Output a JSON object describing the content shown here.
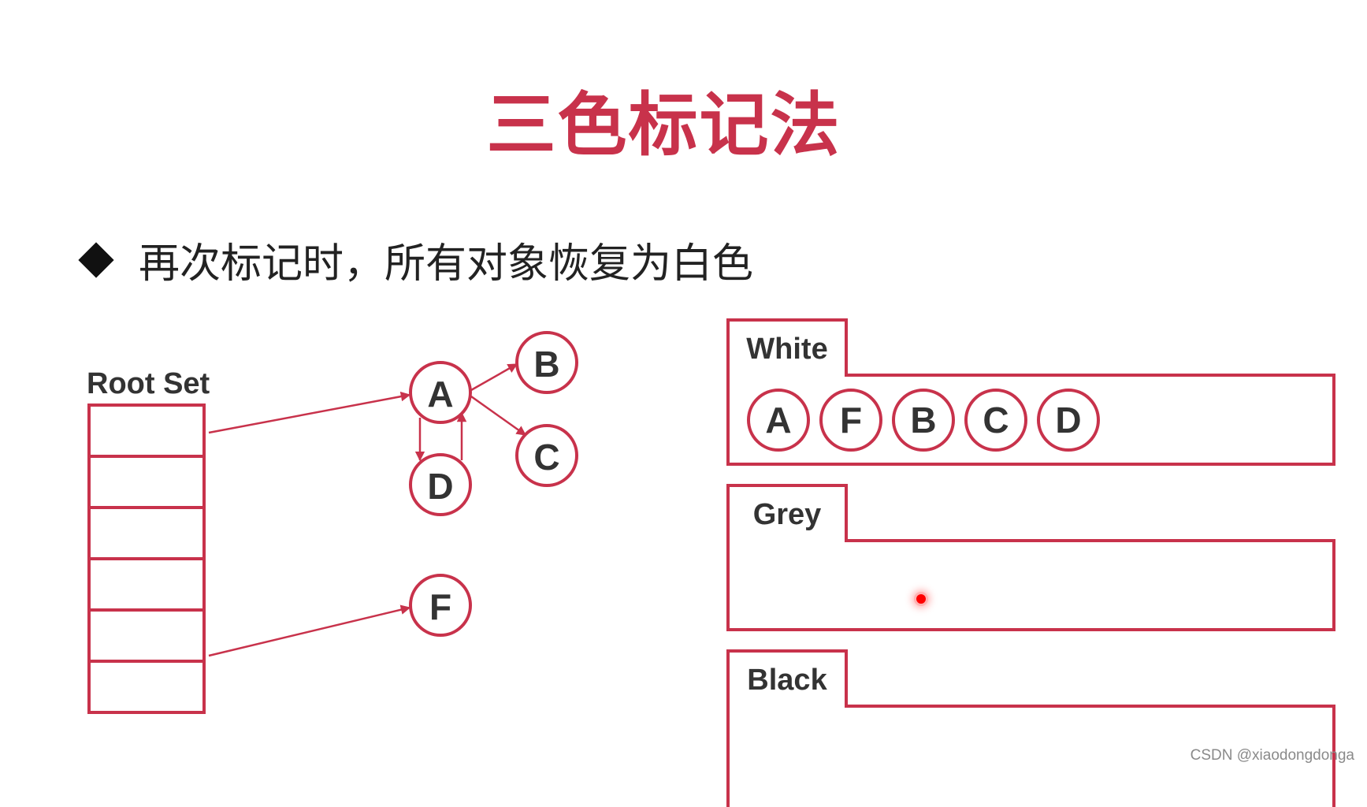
{
  "title": "三色标记法",
  "bullet": "再次标记时，所有对象恢复为白色",
  "root_set": {
    "label": "Root Set",
    "cell_count": 6
  },
  "nodes": {
    "A": "A",
    "B": "B",
    "C": "C",
    "D": "D",
    "F": "F"
  },
  "sets": {
    "white": {
      "label": "White",
      "items": [
        "A",
        "F",
        "B",
        "C",
        "D"
      ]
    },
    "grey": {
      "label": "Grey",
      "items": []
    },
    "black": {
      "label": "Black",
      "items": []
    }
  },
  "colors": {
    "accent": "#c8324b",
    "text": "#333333"
  },
  "watermark": "CSDN @xiaodongdonga"
}
